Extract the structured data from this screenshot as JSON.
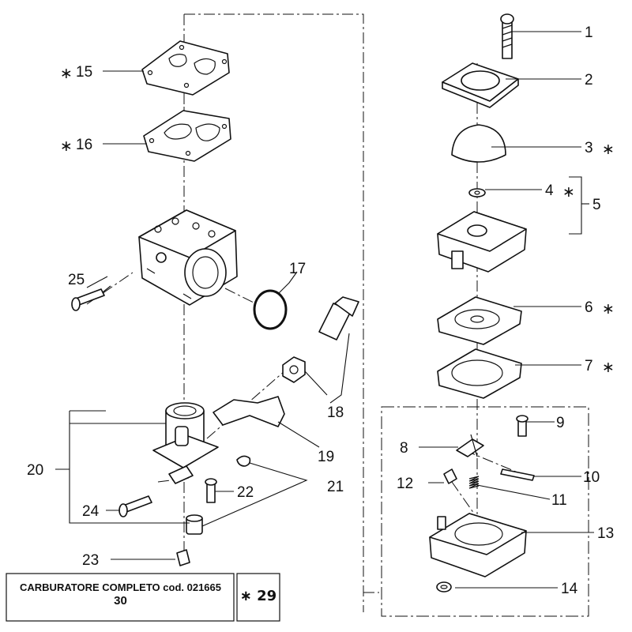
{
  "callouts": [
    {
      "number": "1",
      "star": ""
    },
    {
      "number": "2",
      "star": ""
    },
    {
      "number": "3",
      "star": "∗"
    },
    {
      "number": "4",
      "star": "∗"
    },
    {
      "number": "5",
      "star": ""
    },
    {
      "number": "6",
      "star": "∗"
    },
    {
      "number": "7",
      "star": "∗"
    },
    {
      "number": "8",
      "star": ""
    },
    {
      "number": "9",
      "star": ""
    },
    {
      "number": "10",
      "star": ""
    },
    {
      "number": "11",
      "star": ""
    },
    {
      "number": "12",
      "star": ""
    },
    {
      "number": "13",
      "star": ""
    },
    {
      "number": "14",
      "star": ""
    },
    {
      "number": "15",
      "star": "∗"
    },
    {
      "number": "16",
      "star": "∗"
    },
    {
      "number": "17",
      "star": ""
    },
    {
      "number": "18",
      "star": ""
    },
    {
      "number": "19",
      "star": ""
    },
    {
      "number": "20",
      "star": ""
    },
    {
      "number": "21",
      "star": ""
    },
    {
      "number": "22",
      "star": ""
    },
    {
      "number": "23",
      "star": ""
    },
    {
      "number": "24",
      "star": ""
    },
    {
      "number": "25",
      "star": ""
    }
  ],
  "caption": {
    "title": "CARBURATORE COMPLETO cod. 021665",
    "code": "30",
    "kit_label": "∗ 29"
  },
  "colors": {
    "ink": "#111111",
    "paper": "#ffffff"
  }
}
